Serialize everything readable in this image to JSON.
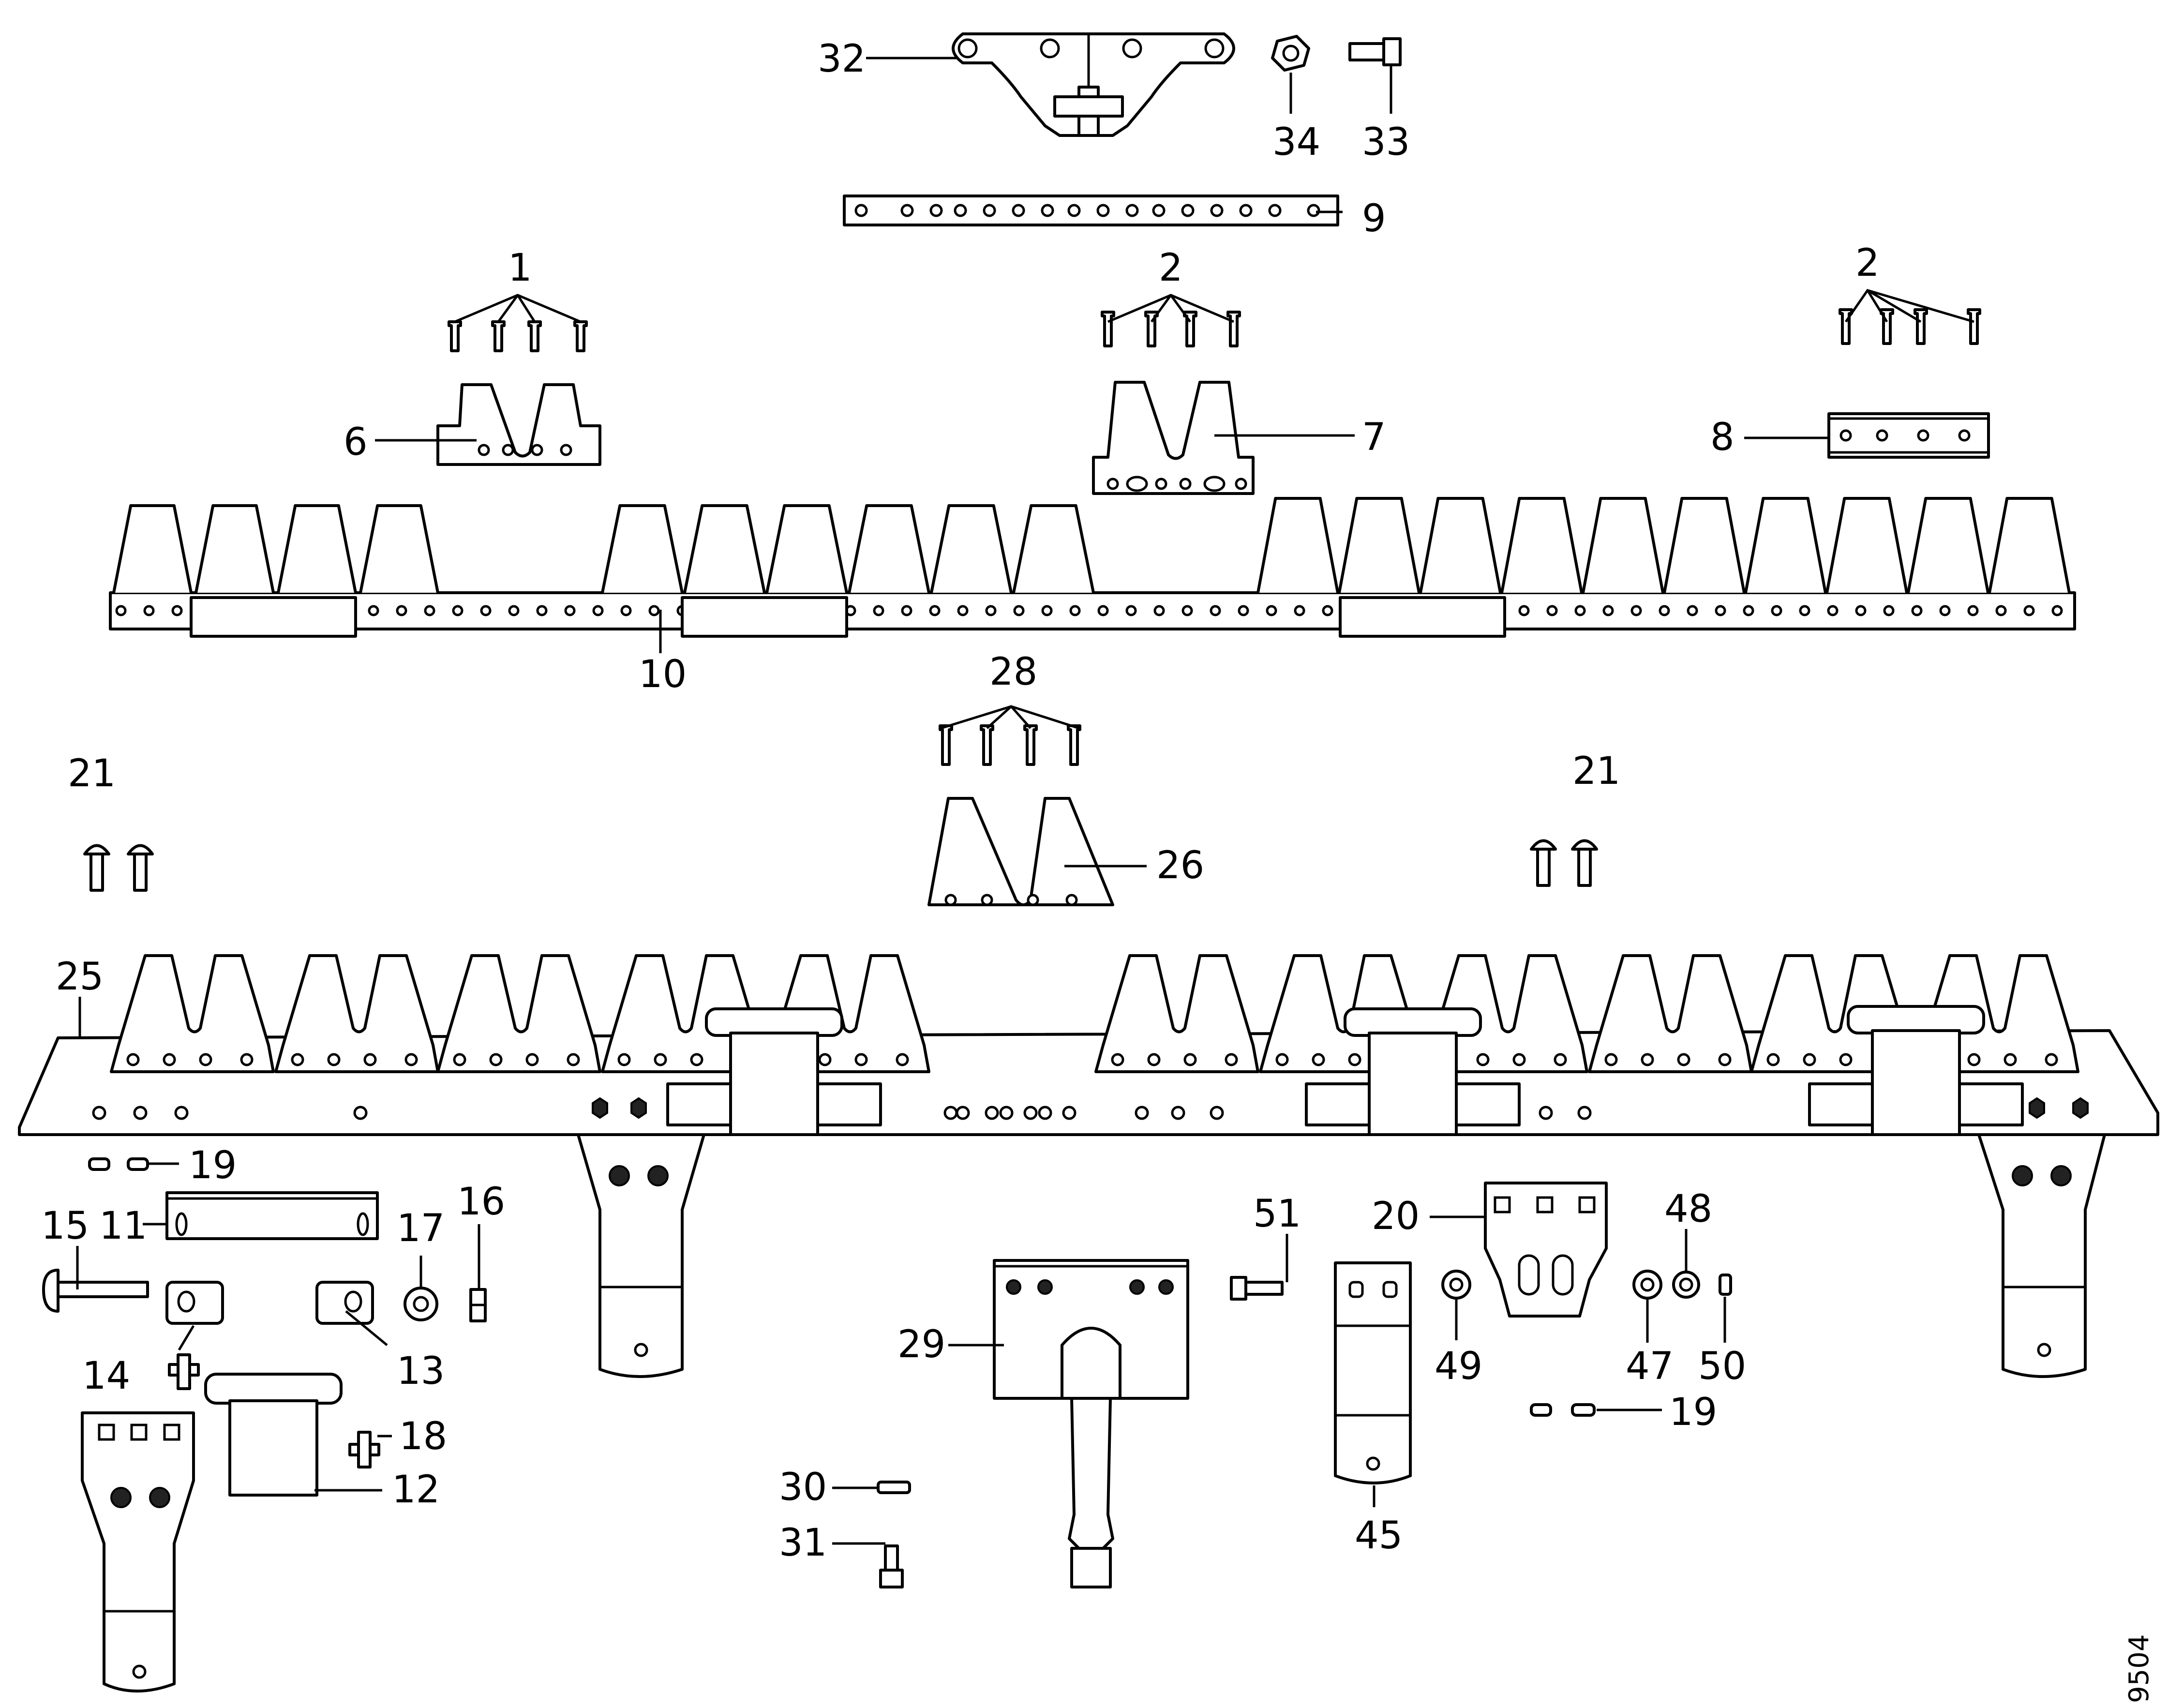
{
  "diagram": {
    "callouts": {
      "c1": "1",
      "c2a": "2",
      "c2b": "2",
      "c6": "6",
      "c7": "7",
      "c8": "8",
      "c9": "9",
      "c10": "10",
      "c11": "11",
      "c12": "12",
      "c13": "13",
      "c14": "14",
      "c15": "15",
      "c16": "16",
      "c17": "17",
      "c18": "18",
      "c19a": "19",
      "c19b": "19",
      "c20": "20",
      "c21a": "21",
      "c21b": "21",
      "c25": "25",
      "c26": "26",
      "c28": "28",
      "c29": "29",
      "c30": "30",
      "c31": "31",
      "c32": "32",
      "c33": "33",
      "c34": "34",
      "c45": "45",
      "c47": "47",
      "c48": "48",
      "c49": "49",
      "c50": "50",
      "c51": "51"
    },
    "doc_number": "9504"
  }
}
